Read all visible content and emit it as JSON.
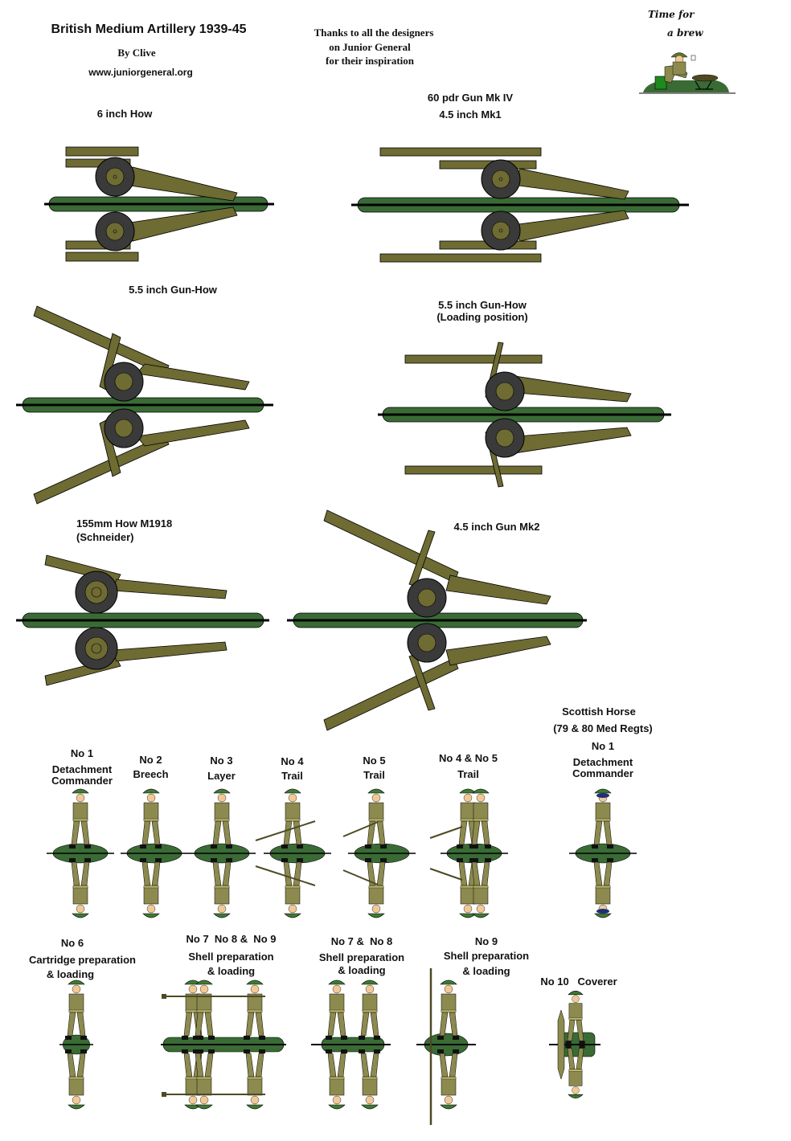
{
  "header": {
    "title": "British Medium Artillery 1939-45",
    "author": "By Clive",
    "website": "www.juniorgeneral.org",
    "thanks": [
      "Thanks to all the designers",
      "on Junior General",
      "for their inspiration"
    ],
    "brew_caption": [
      "Time for",
      "a brew"
    ]
  },
  "colors": {
    "olive": "#6e6b33",
    "olive_dark": "#4d4a22",
    "wheel": "#3a3a3a",
    "base_green": "#3a6b35",
    "base_line": "#000000",
    "uniform": "#8c8a4e",
    "skin": "#f2c996",
    "helmet": "#3f7a32",
    "bonnet": "#1f2f7a",
    "crate": "#1e8a1e"
  },
  "guns": [
    {
      "id": "6in-how",
      "label": [
        "6 inch How"
      ]
    },
    {
      "id": "60pdr",
      "label": [
        "60 pdr Gun Mk IV",
        "4.5 inch Mk1"
      ]
    },
    {
      "id": "5.5-gunhow",
      "label": [
        "5.5 inch Gun-How"
      ]
    },
    {
      "id": "5.5-loading",
      "label": [
        "5.5 inch Gun-How",
        "(Loading position)"
      ]
    },
    {
      "id": "155mm",
      "label": [
        "155mm How M1918",
        "(Schneider)"
      ]
    },
    {
      "id": "4.5-mk2",
      "label": [
        "4.5 inch Gun Mk2"
      ]
    }
  ],
  "scottish_horse": {
    "title": "Scottish Horse",
    "subtitle": "(79 & 80 Med Regts)",
    "role_no": "No 1",
    "role": [
      "Detachment",
      "Commander"
    ]
  },
  "crew_row1": [
    {
      "no": "No 1",
      "role": [
        "Detachment",
        "Commander"
      ]
    },
    {
      "no": "No 2",
      "role": [
        "Breech"
      ]
    },
    {
      "no": "No 3",
      "role": [
        "Layer"
      ]
    },
    {
      "no": "No 4",
      "role": [
        "Trail"
      ]
    },
    {
      "no": "No 5",
      "role": [
        "Trail"
      ]
    },
    {
      "no": "No 4 & No 5",
      "role": [
        "Trail"
      ]
    }
  ],
  "crew_row2": [
    {
      "no": "No 6",
      "role": [
        "Cartridge preparation",
        "& loading"
      ]
    },
    {
      "no": "No 7  No 8 &  No 9",
      "role": [
        "Shell preparation",
        "& loading"
      ]
    },
    {
      "no": "No 7 &  No 8",
      "role": [
        "Shell preparation",
        "& loading"
      ]
    },
    {
      "no": "No 9",
      "role": [
        "Shell preparation",
        "& loading"
      ]
    },
    {
      "no": "No 10   Coverer",
      "role": []
    }
  ]
}
